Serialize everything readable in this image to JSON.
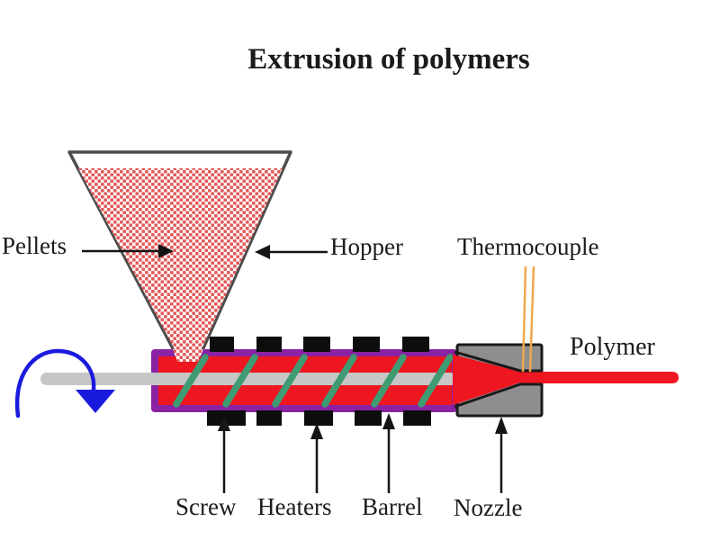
{
  "title": "Extrusion of polymers",
  "labels": {
    "pellets": "Pellets",
    "hopper": "Hopper",
    "thermocouple": "Thermocouple",
    "polymer": "Polymer",
    "screw": "Screw",
    "heaters": "Heaters",
    "barrel": "Barrel",
    "nozzle": "Nozzle"
  },
  "colors": {
    "barrel_fill": "#ee1620",
    "barrel_border": "#8a22a3",
    "screw_flight": "#3e9b72",
    "shaft": "#c6c6c6",
    "heater": "#0d0d0d",
    "nozzle_body": "#8e8e8e",
    "nozzle_outline": "#1a1a1a",
    "polymer": "#ee1620",
    "pellet_dot": "#e35b5b",
    "hopper_outline": "#4d4d4d",
    "rotation_arrow": "#1a1adf",
    "thermocouple_wire": "#efa74f",
    "arrow_black": "#151515",
    "text": "#1b1b1b"
  }
}
